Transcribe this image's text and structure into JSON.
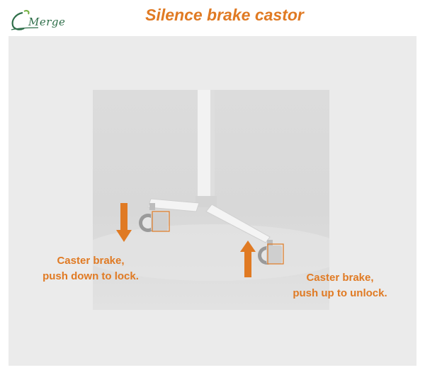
{
  "header": {
    "logo_text": "Merge",
    "title": "Silence brake castor"
  },
  "callouts": {
    "left_line1": "Caster brake,",
    "left_line2": "push down to lock.",
    "right_line1": "Caster brake,",
    "right_line2": "push up to unlock."
  },
  "colors": {
    "accent": "#e07a23",
    "logo_green": "#2f6f4a",
    "panel_bg": "#ebebeb"
  }
}
